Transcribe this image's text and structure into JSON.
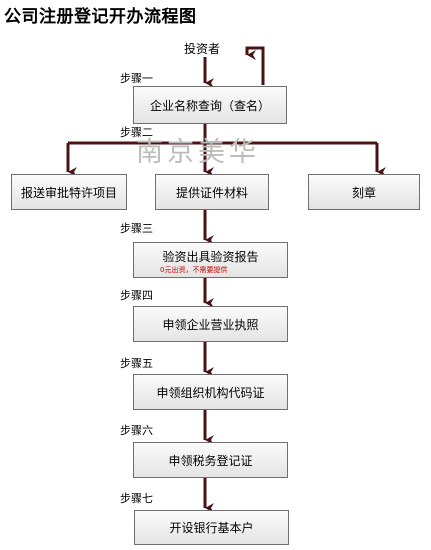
{
  "title": "公司注册登记开办流程图",
  "start": "投资者",
  "watermark": "南京美华",
  "steps": [
    "步骤一",
    "步骤二",
    "步骤三",
    "步骤四",
    "步骤五",
    "步骤六",
    "步骤七"
  ],
  "boxes": {
    "name_check": "企业名称查询（查名）",
    "approval": "报送审批特许项目",
    "documents": "提供证件材料",
    "seal": "刻章",
    "capital": "验资出具验资报告",
    "license": "申领企业营业执照",
    "org_code": "申领组织机构代码证",
    "tax": "申领税务登记证",
    "bank": "开设银行基本户"
  },
  "capital_note": "0元出资，不需要提供",
  "colors": {
    "arrow": "#4a1414",
    "box_border": "#6f6f6f",
    "note": "#c40000",
    "watermark": "#bcbcbc"
  }
}
